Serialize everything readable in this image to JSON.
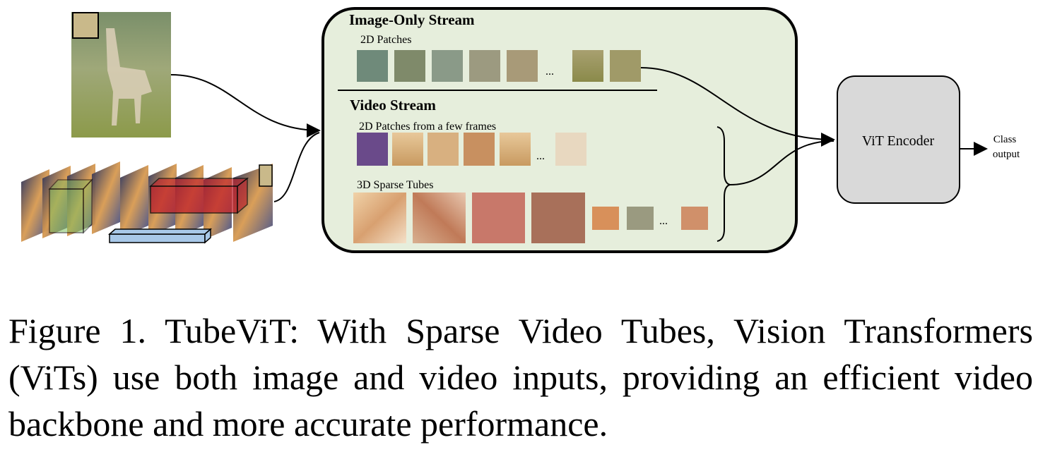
{
  "image_stream": {
    "title": "Image-Only Stream",
    "patches_label": "2D Patches",
    "ellipsis": "..."
  },
  "video_stream": {
    "title": "Video Stream",
    "patches_label": "2D Patches from a few frames",
    "patches_ellipsis": "...",
    "tubes_label": "3D Sparse Tubes",
    "tubes_ellipsis": "..."
  },
  "encoder": {
    "label": "ViT Encoder"
  },
  "output": {
    "line1": "Class",
    "line2": "output"
  },
  "caption": {
    "text": "Figure 1. TubeViT: With Sparse Video Tubes, Vision Transformers (ViTs) use both image and video inputs, providing an efficient video backbone and more accurate performance."
  },
  "colors": {
    "stream_box_fill": "#e6eedc",
    "encoder_fill": "#d9d9d9",
    "tube_red": "#c0202a",
    "tube_green": "#7fc060",
    "tube_blue": "#a8c8e8"
  }
}
